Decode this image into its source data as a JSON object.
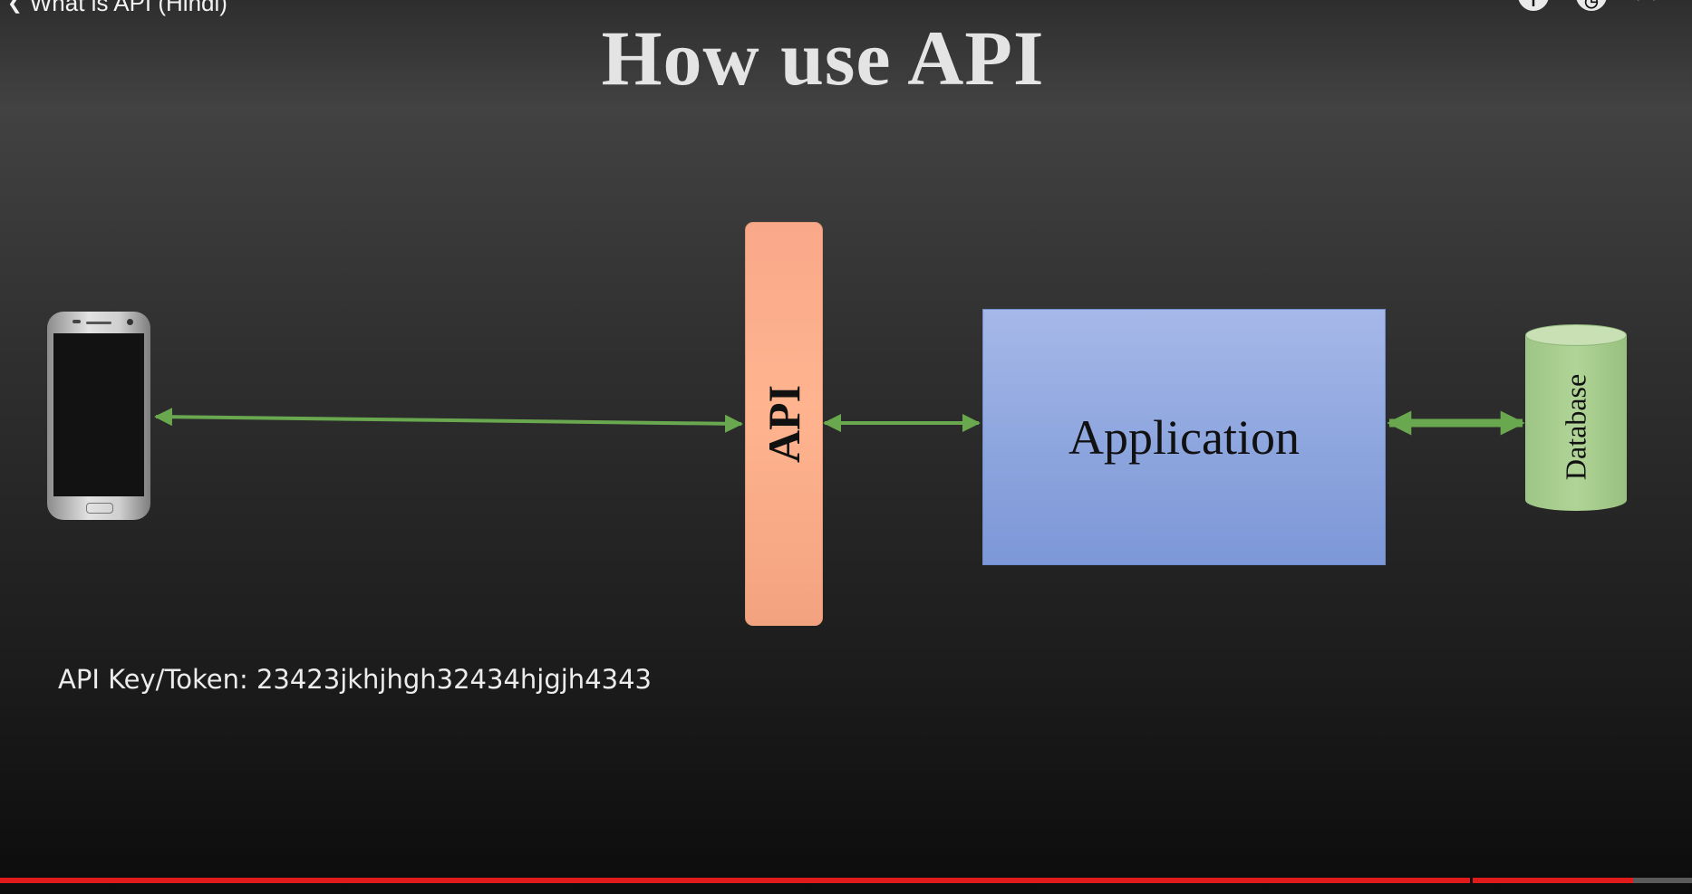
{
  "player": {
    "video_title": "What is API (Hindi)",
    "progress_fraction": 0.965,
    "chapter_marker_fraction": 0.869,
    "top_controls": [
      "info-icon",
      "clock-icon",
      "share-icon"
    ]
  },
  "slide": {
    "title": "How use API",
    "api_label": "API",
    "application_label": "Application",
    "database_label": "Database",
    "api_key_text": "API Key/Token: 23423jkhjhgh32434hjgjh4343"
  },
  "colors": {
    "arrow": "#6aa84f",
    "api_box": "#ffb48f",
    "application_box": "#8da5de",
    "database": "#a9cf8f",
    "progress_played": "#e01b1b"
  }
}
